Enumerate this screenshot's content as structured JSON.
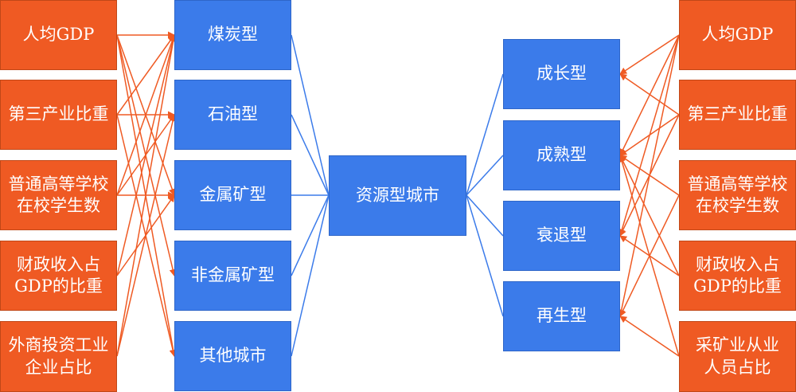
{
  "left_indicators": [
    "人均GDP",
    "第三产业比重",
    "普通高等学校\n在校学生数",
    "财政收入占\nGDP的比重",
    "外商投资工业\n企业占比"
  ],
  "resource_types": [
    "煤炭型",
    "石油型",
    "金属矿型",
    "非金属矿型",
    "其他城市"
  ],
  "center": "资源型城市",
  "stages": [
    "成长型",
    "成熟型",
    "衰退型",
    "再生型"
  ],
  "right_indicators": [
    "人均GDP",
    "第三产业比重",
    "普通高等学校\n在校学生数",
    "财政收入占\nGDP的比重",
    "采矿业从业\n人员占比"
  ],
  "colors": {
    "orange": "#ef5a23",
    "blue": "#3b7bea",
    "arrow": "#ef5a23",
    "line": "#3b7bea"
  }
}
